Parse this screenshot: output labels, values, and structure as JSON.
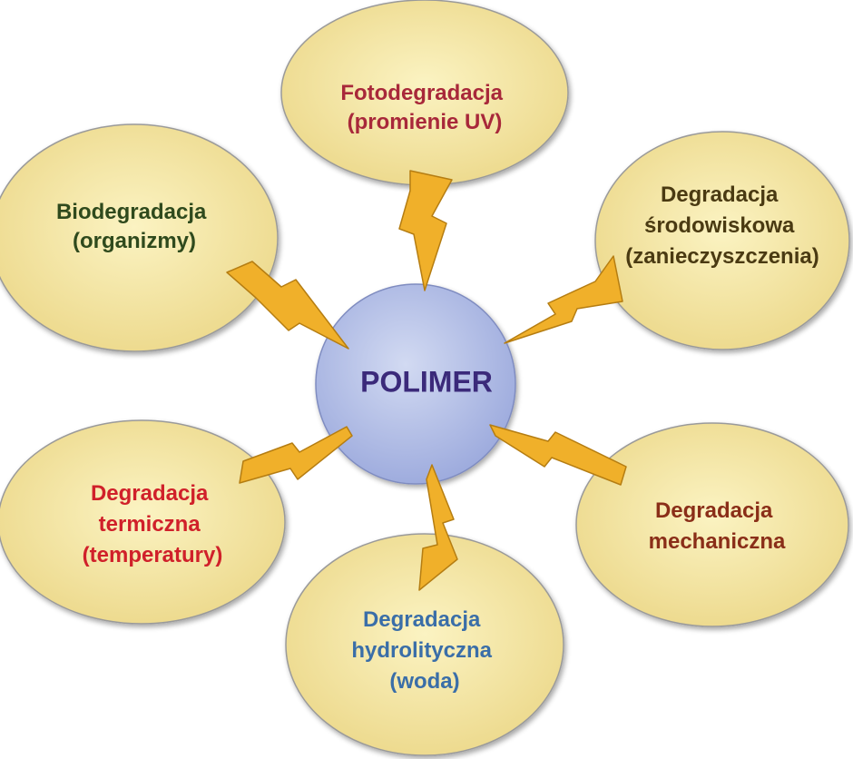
{
  "center": {
    "label": "POLIMER",
    "text_color": "#3b2a7a"
  },
  "colors": {
    "ellipse_fill_light": "#fbf3c2",
    "ellipse_fill_dark": "#ecd88a",
    "ellipse_stroke": "#9a9a9a",
    "circle_fill_light": "#d2daf2",
    "circle_fill_dark": "#9aa8dc",
    "bolt_fill": "#f0b02a",
    "bolt_stroke": "#b57d12"
  },
  "nodes": [
    {
      "id": "fotodegradacja",
      "lines": [
        "Fotodegradacja",
        "(promienie UV)"
      ],
      "color": "#a8283a"
    },
    {
      "id": "biodegradacja",
      "lines": [
        "Biodegradacja",
        "(organizmy)"
      ],
      "color": "#2f4a1d"
    },
    {
      "id": "degradacja-srodowiskowa",
      "lines": [
        "Degradacja",
        "środowiskowa",
        "(zanieczyszczenia)"
      ],
      "color": "#4a3a12"
    },
    {
      "id": "degradacja-termiczna",
      "lines": [
        "Degradacja",
        "termiczna",
        "(temperatury)"
      ],
      "color": "#d0202a"
    },
    {
      "id": "degradacja-mechaniczna",
      "lines": [
        "Degradacja",
        "mechaniczna"
      ],
      "color": "#8a2e18"
    },
    {
      "id": "degradacja-hydrolityczna",
      "lines": [
        "Degradacja",
        "hydrolityczna",
        "(woda)"
      ],
      "color": "#3a6ea8"
    }
  ]
}
